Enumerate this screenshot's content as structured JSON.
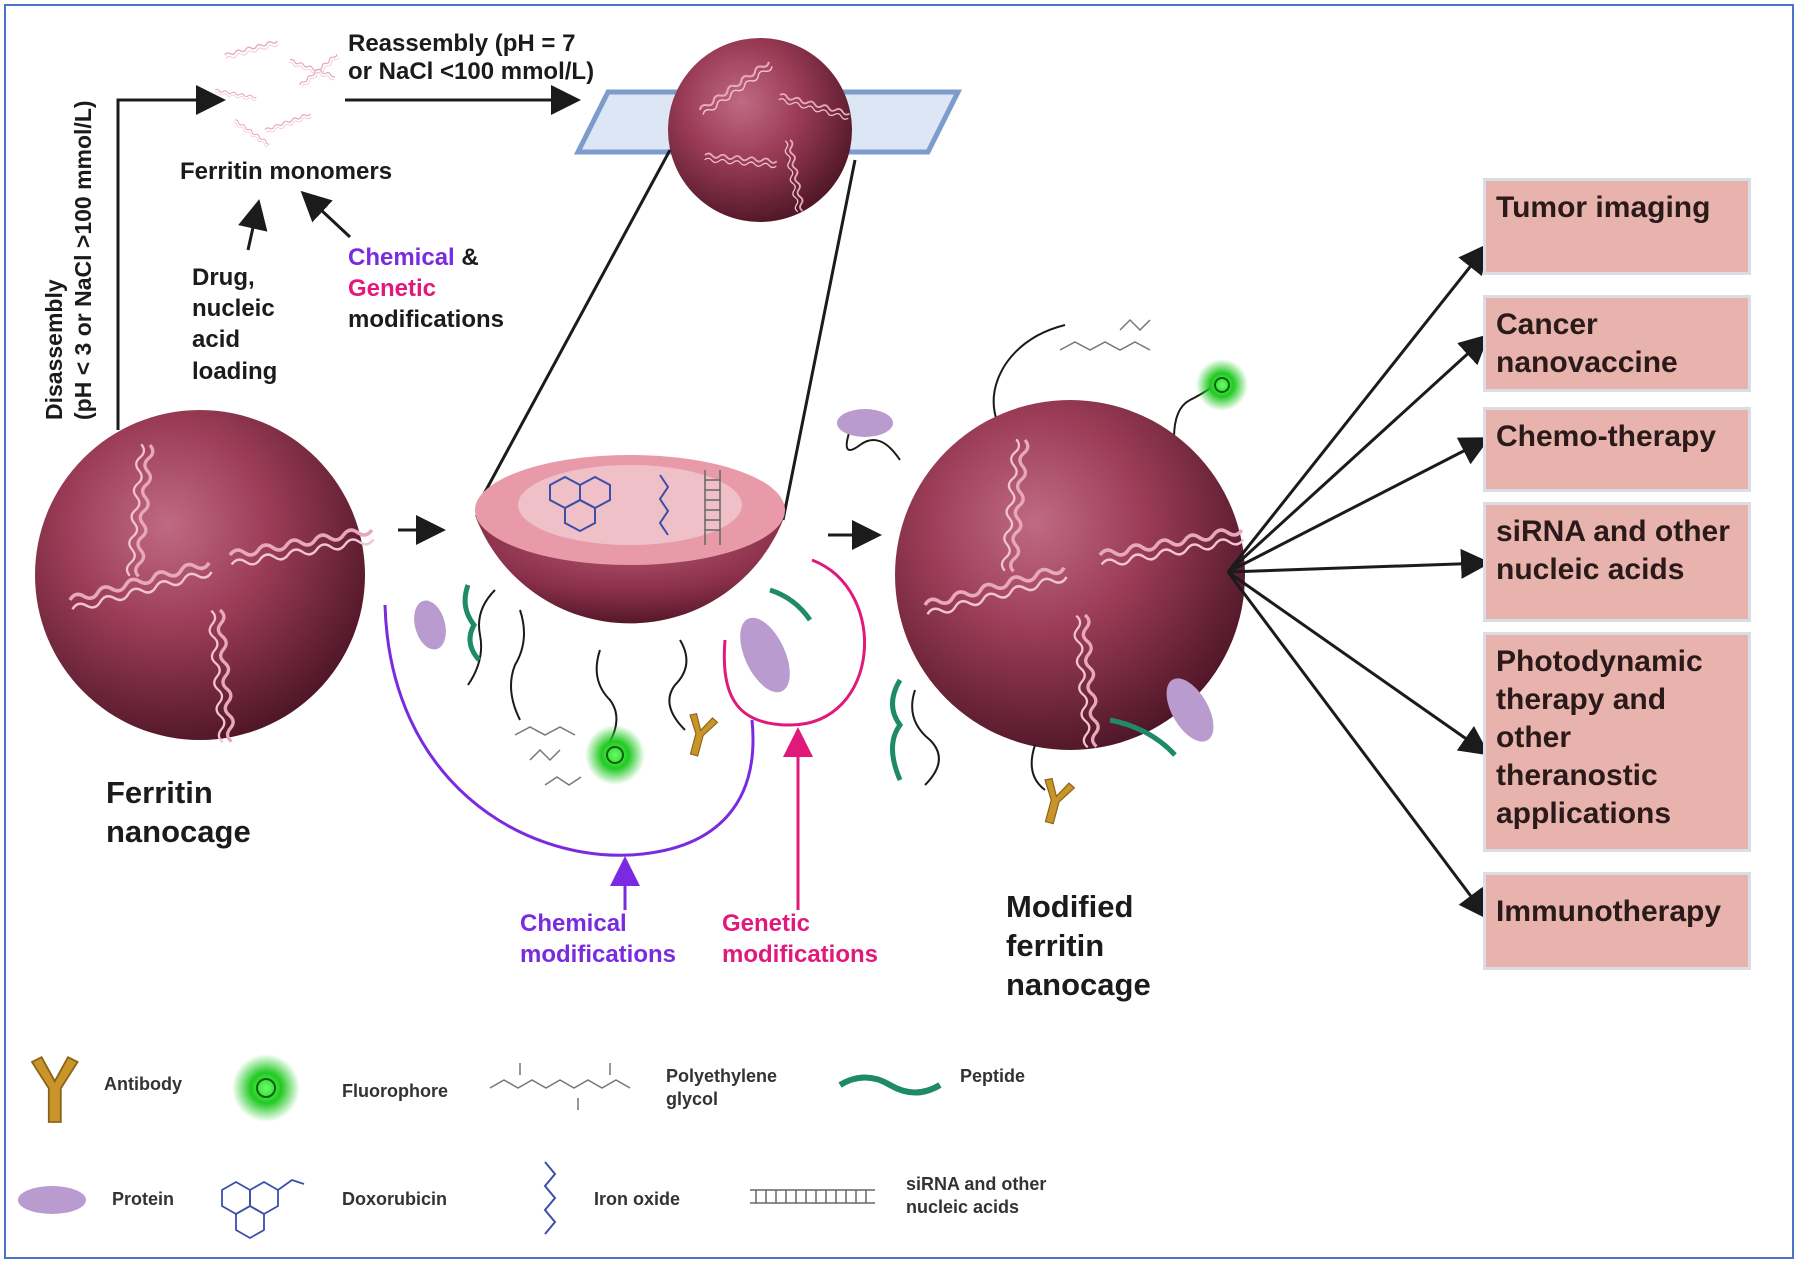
{
  "labels": {
    "disassembly": [
      "Disassembly",
      "(pH < 3 or NaCl >100 mmol/L)"
    ],
    "reassembly": [
      "Reassembly (pH = 7",
      "or NaCl <100 mmol/L)"
    ],
    "ferritin_monomers": "Ferritin monomers",
    "drug_loading": [
      "Drug,",
      "nucleic",
      "acid",
      "loading"
    ],
    "chem_gen_top": {
      "chemical": "Chemical",
      "amp": " &",
      "genetic": "Genetic",
      "rest": "modifications"
    },
    "ferritin_nanocage": [
      "Ferritin",
      "nanocage"
    ],
    "chemical_modifications": [
      "Chemical",
      "modifications"
    ],
    "genetic_modifications": [
      "Genetic",
      "modifications"
    ],
    "modified_nanocage": [
      "Modified",
      "ferritin",
      "nanocage"
    ]
  },
  "applications": [
    "Tumor imaging",
    "Cancer nanovaccine",
    "Chemo-therapy",
    "siRNA and other nucleic acids",
    "Photodynamic therapy and other theranostic applications",
    "Immunotherapy"
  ],
  "legend": {
    "antibody": "Antibody",
    "fluorophore": "Fluorophore",
    "peg": [
      "Polyethylene",
      "glycol"
    ],
    "peptide": "Peptide",
    "protein": "Protein",
    "doxorubicin": "Doxorubicin",
    "iron_oxide": "Iron oxide",
    "sirna": [
      "siRNA and other",
      "nucleic acids"
    ]
  },
  "colors": {
    "frame": "#4a73c9",
    "sphere": "#9b3c57",
    "sphere_dark": "#4a1424",
    "box_fill": "#e8b3ac",
    "chemical": "#7a2be0",
    "genetic": "#e0197a",
    "peptide": "#1f8a6a",
    "protein": "#b99bcf",
    "antibody": "#c9952a",
    "fluorophore": "#22c922"
  }
}
